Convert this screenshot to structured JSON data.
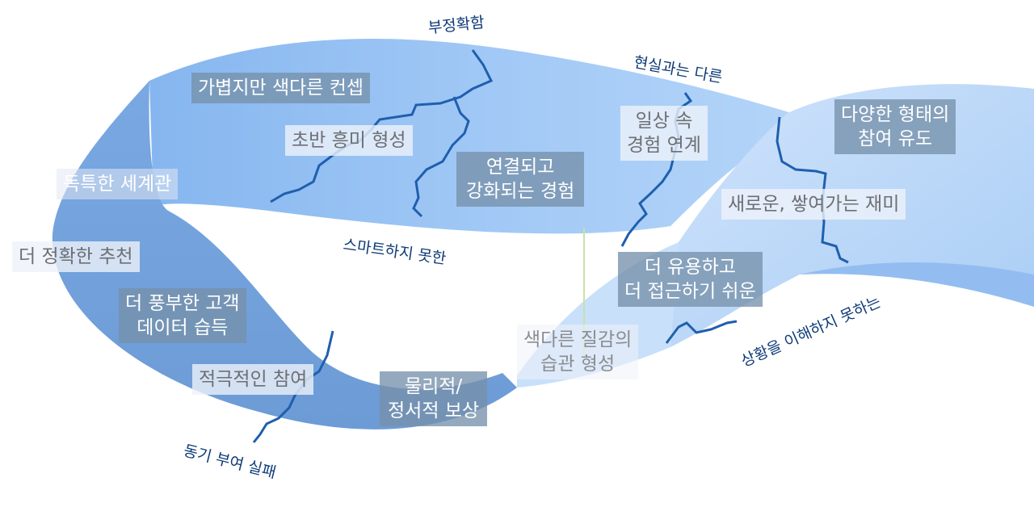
{
  "labels": {
    "l1": "가볍지만 색다른 컨셉",
    "l2": "초반 흥미 형성",
    "l3": "독특한 세계관",
    "l4": "더 정확한 추천",
    "l5a": "더 풍부한 고객",
    "l5b": "데이터 습득",
    "l6": "적극적인 참여",
    "l7a": "물리적/",
    "l7b": "정서적 보상",
    "l8a": "연결되고",
    "l8b": "강화되는 경험",
    "l9a": "일상 속",
    "l9b": "경험 연계",
    "l10a": "다양한 형태의",
    "l10b": "참여 유도",
    "l11": "새로운, 쌓여가는 재미",
    "l12a": "더 유용하고",
    "l12b": "더 접근하기 쉬운",
    "l13a": "색다른 질감의",
    "l13b": "습관 형성"
  },
  "failures": {
    "f1": "부정확함",
    "f2": "현실과는 다른",
    "f3": "스마트하지 못한",
    "f4": "상황을 이해하지 못하는",
    "f5": "동기 부여 실패"
  },
  "colors": {
    "band_light": "#a8ccf7",
    "band_mid": "#8bb6ec",
    "band_dark": "#6f9cd8",
    "crack": "#1f5fae",
    "failure_text": "#0e3b78"
  }
}
